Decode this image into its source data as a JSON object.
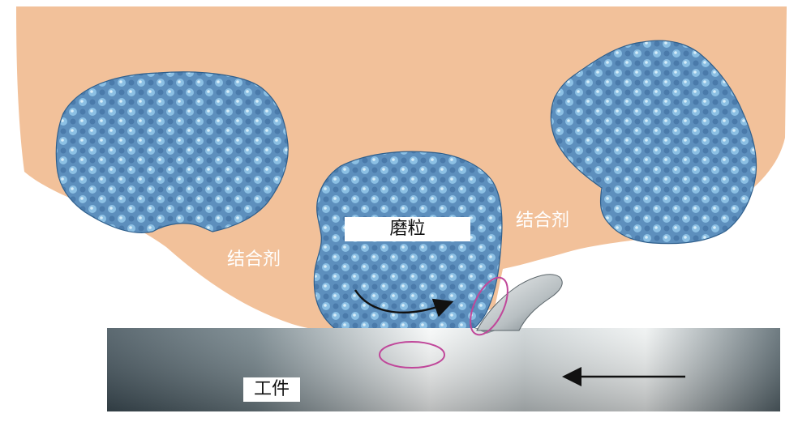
{
  "labels": {
    "grain": "磨粒",
    "bond_left": "结合剂",
    "bond_right": "结合剂",
    "workpiece": "工件"
  },
  "colors": {
    "bond": "#f2c19a",
    "grain_base": "#5d8fbd",
    "grain_dot": "#8cc0e4",
    "grain_dark": "#2f5f8c",
    "workpiece_dark": "#3f4f58",
    "workpiece_light": "#f6f8f8",
    "chip_light": "#e8ebeb",
    "chip_dark": "#7c858a",
    "highlight": "#c0479a",
    "arrow": "#111111",
    "label_box": "#ffffff",
    "label_text_light": "#ffffff",
    "label_text_dark": "#111111"
  },
  "icons": {
    "rotation": "curved-arrow-icon",
    "feed": "left-arrow-icon"
  }
}
